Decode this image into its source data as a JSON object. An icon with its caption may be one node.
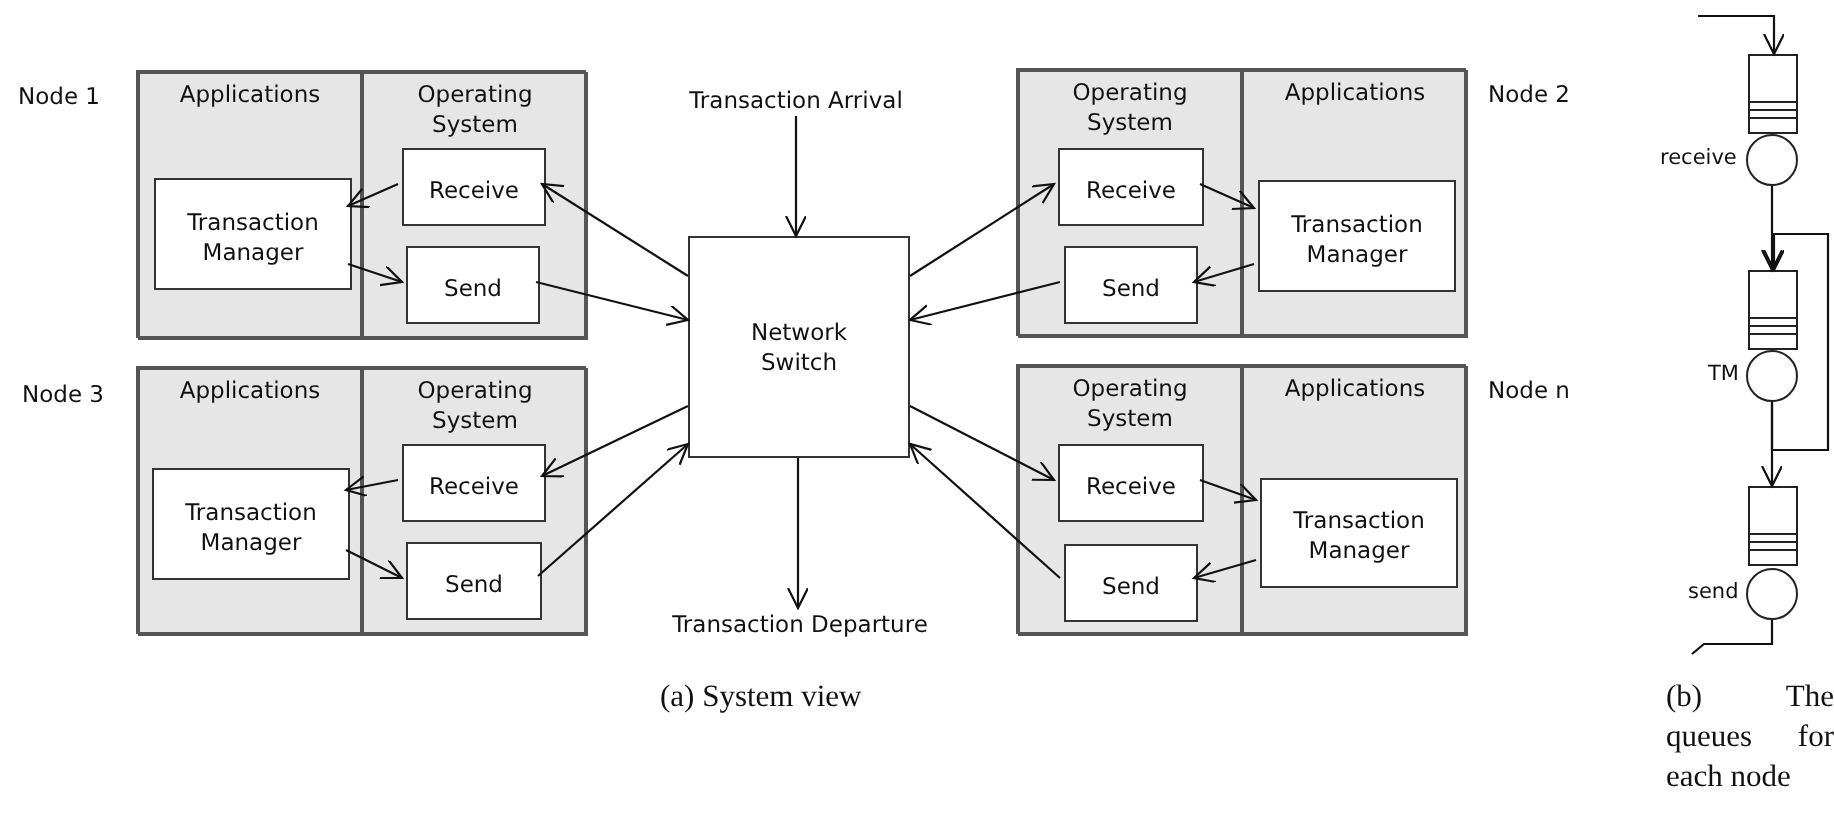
{
  "diagram": {
    "nodes": [
      {
        "text": [],
        "shape": "box",
        "beside": [
          "Node 1"
        ]
      },
      {
        "text": [
          "Applications"
        ],
        "in": 0
      },
      {
        "text": [
          "Operating System"
        ],
        "in": 0
      },
      {
        "text": [
          "Transaction Manager"
        ],
        "in": 1
      },
      {
        "text": [
          "Receive"
        ],
        "in": 2
      },
      {
        "text": [
          "Send"
        ],
        "in": 2
      },
      {
        "text": [],
        "shape": "box",
        "beside": [
          "Node 2"
        ]
      },
      {
        "text": [
          "Operating System"
        ],
        "in": 6
      },
      {
        "text": [
          "Applications"
        ],
        "in": 6
      },
      {
        "text": [
          "Receive"
        ],
        "in": 7
      },
      {
        "text": [
          "Send"
        ],
        "in": 7
      },
      {
        "text": [
          "Transaction Manager"
        ],
        "in": 8
      },
      {
        "text": [
          "Transaction Arrival"
        ]
      },
      {
        "text": [
          "Network Switch"
        ]
      },
      {
        "text": [
          "Transaction Departure"
        ]
      },
      {
        "text": [],
        "shape": "box",
        "beside": [
          "Node 3"
        ]
      },
      {
        "text": [
          "Applications"
        ],
        "in": 15
      },
      {
        "text": [
          "Operating System"
        ],
        "in": 15
      },
      {
        "text": [
          "Transaction Manager"
        ],
        "in": 16
      },
      {
        "text": [
          "Receive"
        ],
        "in": 17
      },
      {
        "text": [
          "Send"
        ],
        "in": 17
      },
      {
        "text": [],
        "shape": "box",
        "beside": [
          "Node n"
        ]
      },
      {
        "text": [
          "Operating System"
        ],
        "in": 21
      },
      {
        "text": [
          "Applications"
        ],
        "in": 21
      },
      {
        "text": [
          "Receive"
        ],
        "in": 22
      },
      {
        "text": [
          "Send"
        ],
        "in": 22
      },
      {
        "text": [
          "Transaction Manager"
        ],
        "in": 23
      },
      {
        "text": [],
        "shape": "box"
      },
      {
        "text": [],
        "shape": "circle",
        "beside": [
          "receive"
        ]
      },
      {
        "text": [],
        "shape": "box"
      },
      {
        "text": [],
        "shape": "circle",
        "beside": [
          "TM"
        ]
      },
      {
        "text": [],
        "shape": "box"
      },
      {
        "text": [],
        "shape": "circle",
        "beside": [
          "send"
        ]
      }
    ],
    "edges": [
      {
        "from": 13,
        "to": 4,
        "arrow": "to"
      },
      {
        "from": 5,
        "to": 13,
        "arrow": "to"
      },
      {
        "from": 4,
        "to": 3,
        "arrow": "to"
      },
      {
        "from": 3,
        "to": 5,
        "arrow": "to"
      },
      {
        "from": 13,
        "to": 9,
        "arrow": "to"
      },
      {
        "from": 10,
        "to": 13,
        "arrow": "to"
      },
      {
        "from": 9,
        "to": 11,
        "arrow": "to"
      },
      {
        "from": 11,
        "to": 10,
        "arrow": "to"
      },
      {
        "from": 12,
        "to": 13,
        "arrow": "to"
      },
      {
        "from": 13,
        "to": 14,
        "arrow": "to"
      },
      {
        "from": 13,
        "to": 19,
        "arrow": "to"
      },
      {
        "from": 20,
        "to": 13,
        "arrow": "to"
      },
      {
        "from": 19,
        "to": 18,
        "arrow": "to"
      },
      {
        "from": 18,
        "to": 20,
        "arrow": "to"
      },
      {
        "from": 13,
        "to": 24,
        "arrow": "to"
      },
      {
        "from": 25,
        "to": 13,
        "arrow": "to"
      },
      {
        "from": 24,
        "to": 26,
        "arrow": "to"
      },
      {
        "from": 26,
        "to": 25,
        "arrow": "to"
      },
      {
        "from": null,
        "to": 27,
        "arrow": "to"
      },
      {
        "from": 28,
        "to": 29,
        "arrow": "to"
      },
      {
        "from": 30,
        "to": 29,
        "arrow": "to"
      },
      {
        "from": 30,
        "to": 31,
        "arrow": "to"
      },
      {
        "from": 32,
        "to": null,
        "arrow": "none"
      }
    ],
    "labels": [
      "(a) System view",
      "(b) The queues for each node"
    ]
  }
}
